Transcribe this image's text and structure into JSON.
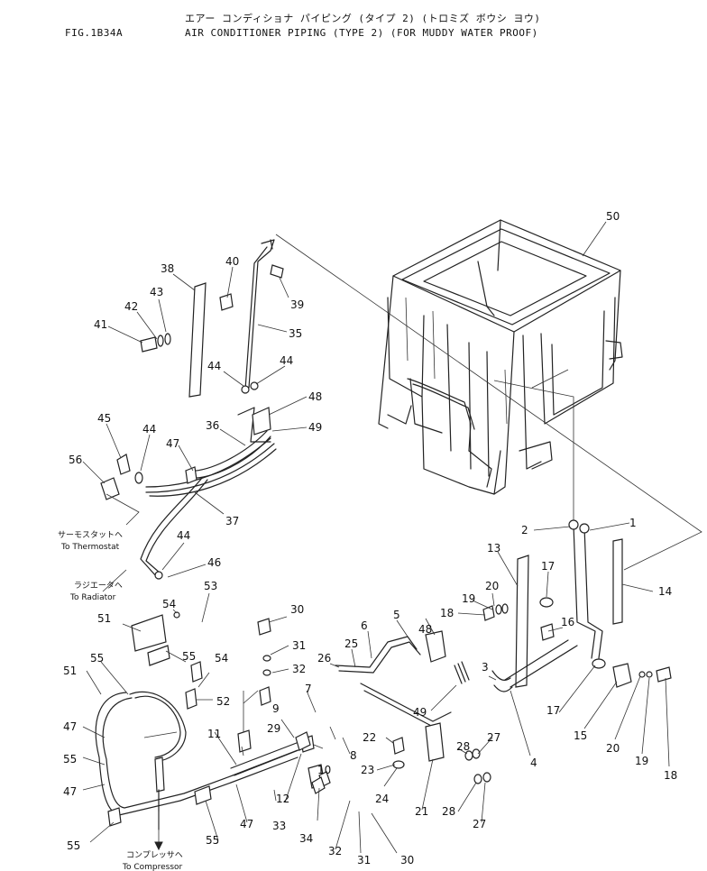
{
  "header": {
    "fig_number": "FIG.1B34A",
    "title_kana": "エアー コンディショナ パイピング (タイプ 2) (トロミズ ボウシ ヨウ)",
    "title": "AIR CONDITIONER PIPING (TYPE 2) (FOR MUDDY WATER PROOF)"
  },
  "destinations": {
    "thermostat_jp": "サーモスタットヘ",
    "thermostat_en": "To Thermostat",
    "radiator_jp": "ラジエータヘ",
    "radiator_en": "To Radiator",
    "compressor_jp": "コンプレッサヘ",
    "compressor_en": "To Compressor"
  },
  "callouts": [
    "50",
    "38",
    "40",
    "39",
    "35",
    "42",
    "43",
    "41",
    "44",
    "44",
    "48",
    "49",
    "45",
    "44",
    "47",
    "36",
    "56",
    "37",
    "44",
    "46",
    "13",
    "2",
    "1",
    "17",
    "14",
    "20",
    "19",
    "18",
    "16",
    "54",
    "53",
    "51",
    "55",
    "55",
    "54",
    "52",
    "30",
    "31",
    "32",
    "48",
    "5",
    "6",
    "26",
    "25",
    "3",
    "49",
    "4",
    "17",
    "15",
    "20",
    "19",
    "18",
    "51",
    "47",
    "55",
    "47",
    "55",
    "11",
    "9",
    "29",
    "7",
    "8",
    "10",
    "12",
    "22",
    "23",
    "28",
    "27",
    "24",
    "21",
    "28",
    "27",
    "47",
    "33",
    "34",
    "32",
    "31",
    "30",
    "55"
  ]
}
